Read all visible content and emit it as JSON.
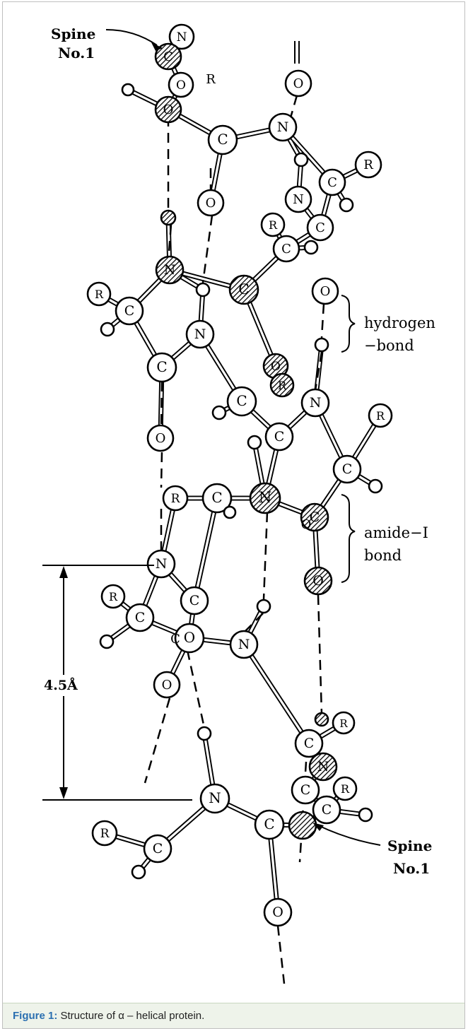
{
  "atoms": {
    "N": "N",
    "C": "C",
    "O": "O",
    "R": "R"
  },
  "labels": {
    "spine_top_line1": "Spine",
    "spine_top_line2": "No.1",
    "spine_bottom_line1": "Spine",
    "spine_bottom_line2": "No.1",
    "hbond_line1": "hydrogen",
    "hbond_line2": "−bond",
    "amide_line1": "amide−I",
    "amide_line2": "bond",
    "distance": "4.5Å"
  },
  "caption": {
    "label": "Figure 1:",
    "text": " Structure of α – helical protein."
  },
  "colors": {
    "ink": "#000000",
    "caption_bg": "#eef3ea",
    "caption_label": "#2a6fb0"
  }
}
